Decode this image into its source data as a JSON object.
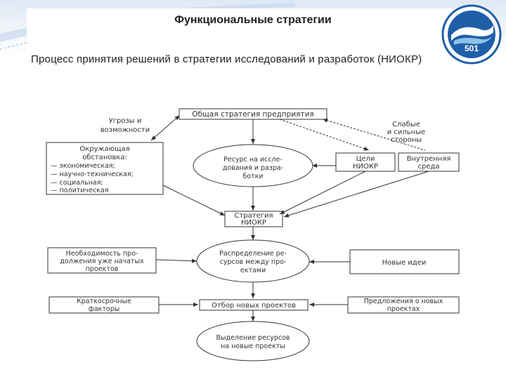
{
  "slide": {
    "title": "Функциональные стратегии",
    "subtitle": "Процесс принятия решений в стратегии исследований и разработок (НИОКР)"
  },
  "logo": {
    "number": "501"
  },
  "diagram": {
    "general_strategy": "Общая стратегия предприятия",
    "threats_line1": "Угрозы и",
    "threats_line2": "возможности",
    "weak_line1": "Слабые",
    "weak_line2": "и сильные",
    "weak_line3": "стороны",
    "environment": [
      "Окружающая",
      "обстановка:",
      "— экономическая;",
      "— научно-техническая;",
      "— социальная;",
      "— политическая"
    ],
    "resource": [
      "Ресурс на иссле-",
      "дования и разра-",
      "ботки"
    ],
    "goals": [
      "Цели",
      "НИОКР"
    ],
    "internal": [
      "Внутренняя",
      "среда"
    ],
    "rd_strategy": [
      "Стратегия",
      "НИОКР"
    ],
    "continuation": [
      "Необходимость про-",
      "должения уже начатых",
      "проектов"
    ],
    "distribution": [
      "Распределение ре-",
      "сурсов между про-",
      "ектами"
    ],
    "new_ideas": "Новые идеи",
    "short_term": [
      "Краткосрочные",
      "факторы"
    ],
    "selection": "Отбор новых проектов",
    "proposals": [
      "Предложения о новых",
      "проектах"
    ],
    "allocation": [
      "Выделение ресурсов",
      "на новые проекты"
    ]
  }
}
